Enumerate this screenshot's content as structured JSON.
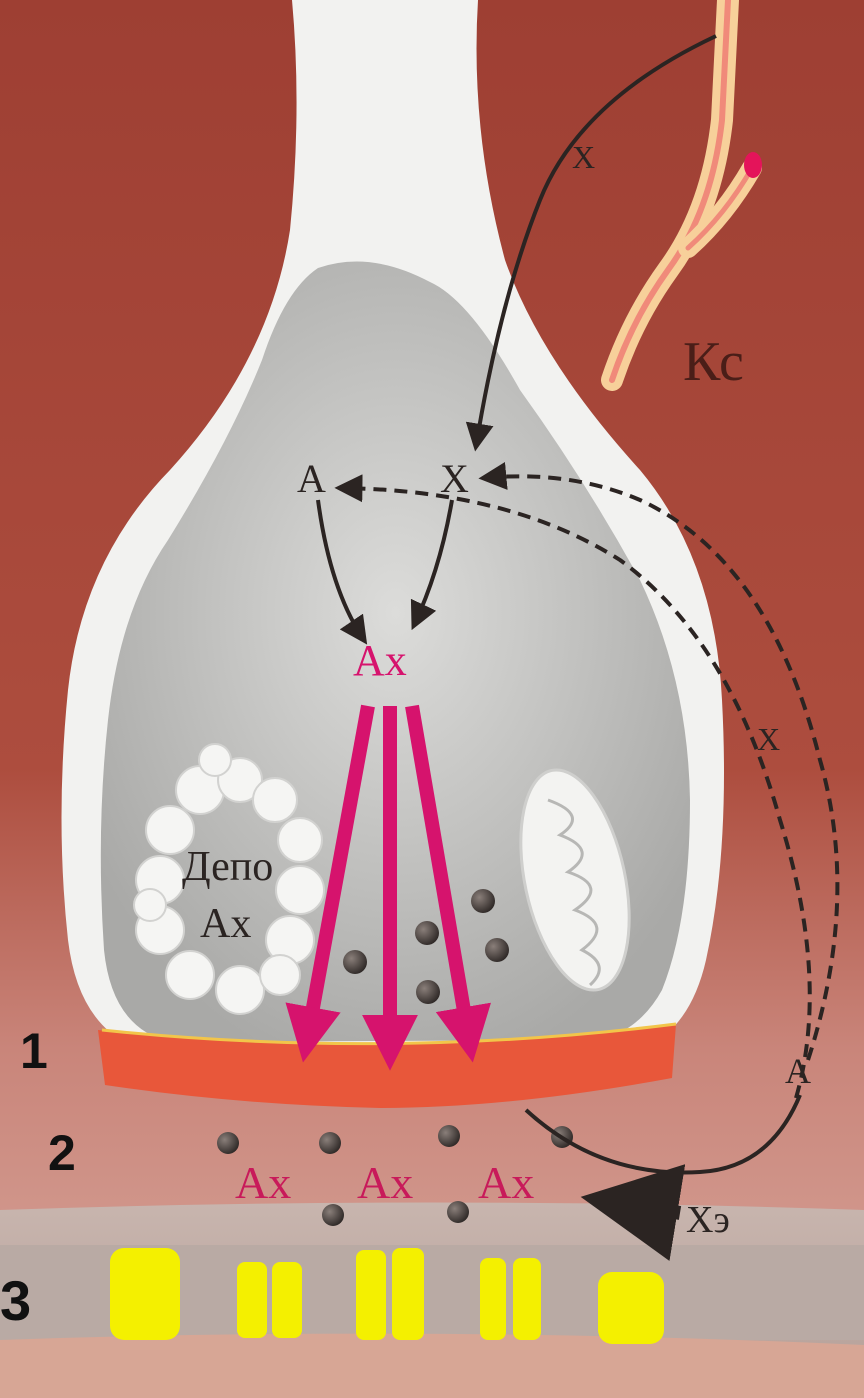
{
  "colors": {
    "background_top": "#9e3f33",
    "background_bottom": "#d39a8e",
    "neuron_membrane": "#f2f2f0",
    "terminal_interior": "#c9c9c7",
    "presynaptic_membrane": "#e8573a",
    "transmitter_label": "#d6136d",
    "receptor": "#f4f000",
    "vessel": "#f7d09a",
    "arrow_dark": "#2b2422"
  },
  "labels": {
    "vessel": "Кс",
    "choline_top": "Х",
    "acetate_in_terminal": "А",
    "choline_in_terminal": "Х",
    "acetylcholine_synthesized": "Ах",
    "depot_line1": "Депо",
    "depot_line2": "Ах",
    "choline_reuptake": "Х",
    "acetate_reuptake": "А",
    "cleft_ach_1": "Ах",
    "cleft_ach_2": "Ах",
    "cleft_ach_3": "Ах",
    "cholinesterase": "Хэ"
  },
  "layer_numbers": {
    "presynaptic_membrane": "1",
    "synaptic_cleft": "2",
    "postsynaptic_membrane": "3"
  },
  "icons": [
    "mitochondrion-icon",
    "vesicle-icon",
    "receptor-icon",
    "capillary-icon"
  ]
}
